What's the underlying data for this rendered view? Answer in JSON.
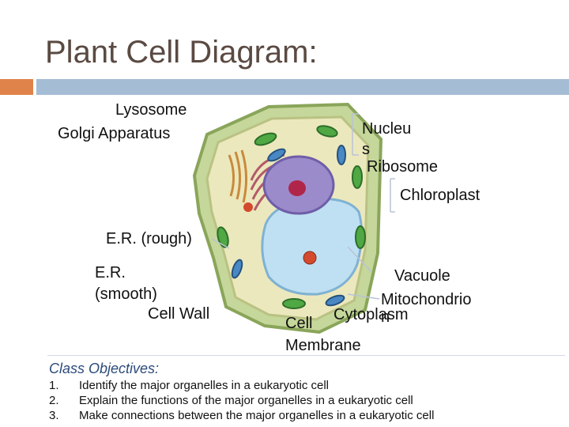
{
  "slide": {
    "title": "Plant Cell Diagram:"
  },
  "labels": {
    "lysosome": "Lysosome",
    "golgi": "Golgi Apparatus",
    "nucleus_line1": "Nucleu",
    "nucleus_line2": "s",
    "ribosome": "Ribosome",
    "chloroplast": "Chloroplast",
    "er_rough": "E.R. (rough)",
    "er_smooth_line1": "E.R.",
    "er_smooth_line2": "(smooth)",
    "cell_wall": "Cell Wall",
    "vacuole": "Vacuole",
    "mitochondria_line1": "Mitochondrio",
    "mitochondria_line2": "n",
    "cytoplasm": "Cytoplasm",
    "cell_membrane_line1": "Cell",
    "cell_membrane_line2": "Membrane"
  },
  "objectives": {
    "title": "Class Objectives:",
    "items": [
      {
        "num": "1.",
        "text": "Identify the major organelles in a eukaryotic cell"
      },
      {
        "num": "2.",
        "text": "Explain the functions of the major organelles in a eukaryotic cell"
      },
      {
        "num": "3.",
        "text": "Make connections between the major organelles in a eukaryotic cell"
      }
    ]
  },
  "colors": {
    "accent_orange": "#e0834a",
    "accent_blue": "#a5bcd5",
    "title": "#5a4a42",
    "cell_wall": "#a9c27a",
    "cytoplasm": "#e9e6b8",
    "vacuole": "#b8dcef",
    "nucleus": "#8f7cc0",
    "chloroplast": "#3f9a3a",
    "mitochondria": "#3b7ab6"
  }
}
